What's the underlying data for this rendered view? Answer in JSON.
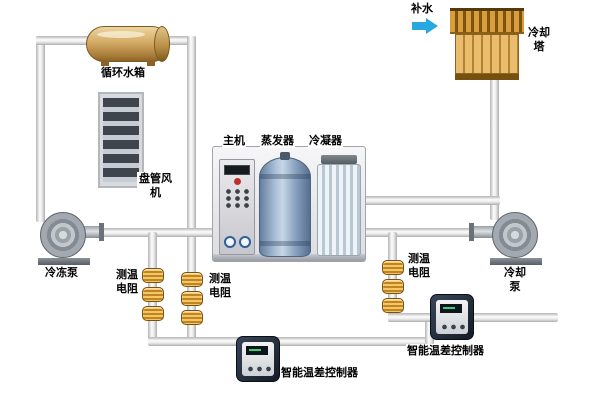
{
  "labels": {
    "makeup_water": "补水",
    "cooling_tower": "冷却塔",
    "circulating_tank": "循环水箱",
    "fan_coil_unit": "盘管风机",
    "main_unit": "主机",
    "evaporator": "蒸发器",
    "condenser": "冷凝器",
    "chilled_pump": "冷冻泵",
    "cooling_pump": "冷却泵",
    "rtd_left": "测温电阻",
    "rtd_mid": "测温电阻",
    "rtd_right": "测温电阻",
    "controller_left": "智能温差控制器",
    "controller_right": "智能温差控制器"
  },
  "colors": {
    "background": "#ffffff",
    "pipe_light": "#fbfbfb",
    "pipe_dark": "#adadad",
    "tank_tan": "#d3ab66",
    "tower_orange": "#d89d3c",
    "evaporator_blue": "#8aa3c0",
    "condenser_blue": "#b9c7d3",
    "pump_gray": "#9aa2a9",
    "rtd_orange": "#d89427",
    "controller_navy": "#2a3442",
    "arrow_blue": "#29a8e0",
    "label_text": "#000000"
  },
  "icons": {
    "makeup_water_arrow": "right-arrow"
  }
}
